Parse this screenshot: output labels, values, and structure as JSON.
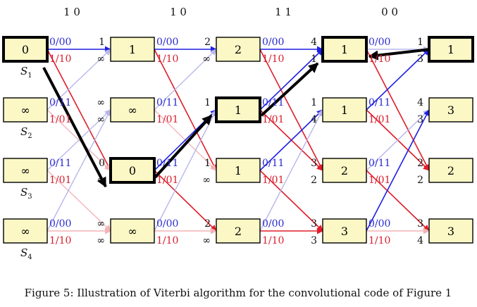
{
  "input_bits": [
    "1 0",
    "1 0",
    "1 1",
    "0 0"
  ],
  "state_labels": [
    "S1",
    "S2",
    "S3",
    "S4"
  ],
  "columns": [
    [
      "0",
      "∞",
      "∞",
      "∞"
    ],
    [
      "1",
      "∞",
      "0",
      "∞"
    ],
    [
      "2",
      "1",
      "1",
      "2"
    ],
    [
      "1",
      "1",
      "2",
      "3"
    ],
    [
      "1",
      "3",
      "2",
      "3"
    ]
  ],
  "edge_labels": {
    "from_state_1": [
      "0/00",
      "1/10"
    ],
    "from_state_2": [
      "0/11",
      "1/01"
    ],
    "from_state_3": [
      "0/11",
      "1/01"
    ],
    "from_state_4": [
      "0/00",
      "1/10"
    ]
  },
  "candidate_metrics": [
    {
      "col": 1,
      "state": 1,
      "values": [
        "1",
        "∞"
      ]
    },
    {
      "col": 1,
      "state": 2,
      "values": [
        "∞",
        "∞"
      ]
    },
    {
      "col": 1,
      "state": 3,
      "values": [
        "0",
        "∞"
      ]
    },
    {
      "col": 1,
      "state": 4,
      "values": [
        "∞",
        "∞"
      ]
    },
    {
      "col": 2,
      "state": 1,
      "values": [
        "2",
        "∞"
      ]
    },
    {
      "col": 2,
      "state": 2,
      "values": [
        "1",
        "∞"
      ]
    },
    {
      "col": 2,
      "state": 3,
      "values": [
        "1",
        "∞"
      ]
    },
    {
      "col": 2,
      "state": 4,
      "values": [
        "2",
        "∞"
      ]
    },
    {
      "col": 3,
      "state": 1,
      "values": [
        "4",
        "1"
      ]
    },
    {
      "col": 3,
      "state": 2,
      "values": [
        "1",
        "4"
      ]
    },
    {
      "col": 3,
      "state": 3,
      "values": [
        "3",
        "2"
      ]
    },
    {
      "col": 3,
      "state": 4,
      "values": [
        "3",
        "3"
      ]
    },
    {
      "col": 4,
      "state": 1,
      "values": [
        "1",
        "3"
      ]
    },
    {
      "col": 4,
      "state": 2,
      "values": [
        "4",
        "3"
      ]
    },
    {
      "col": 4,
      "state": 3,
      "values": [
        "2",
        "2"
      ]
    },
    {
      "col": 4,
      "state": 4,
      "values": [
        "3",
        "4"
      ]
    }
  ],
  "traceback_path": [
    {
      "col": 4,
      "state": 1
    },
    {
      "col": 3,
      "state": 1
    },
    {
      "col": 2,
      "state": 2
    },
    {
      "col": 1,
      "state": 3
    },
    {
      "col": 0,
      "state": 1
    }
  ],
  "caption": "Figure 5: Illustration of Viterbi algorithm for the convolutional code of Figure 1",
  "colors": {
    "box_fill": "#fbf8c6",
    "edge_zero_active": "#1f1fe6",
    "edge_zero_faint": "#b7b7ec",
    "edge_one_active": "#e01d2a",
    "edge_one_faint": "#f4b3b6",
    "label_blue": "#2a2ad0",
    "label_red": "#d81f2e",
    "traceback": "#000000"
  }
}
